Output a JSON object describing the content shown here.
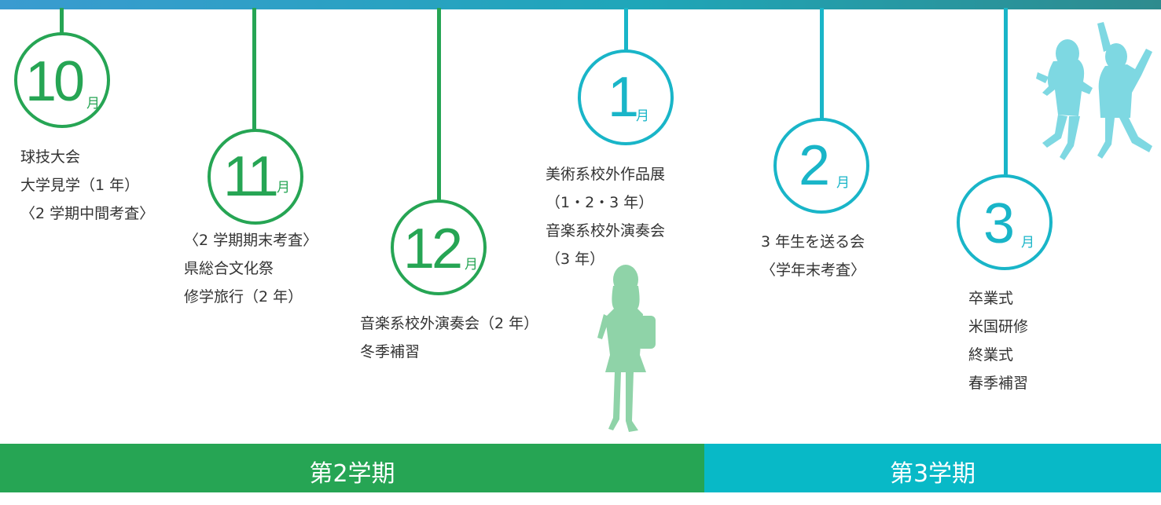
{
  "months": [
    {
      "id": "oct",
      "num": "10",
      "unit": "月",
      "events": [
        "球技大会",
        "大学見学（1 年）",
        "〈2 学期中間考査〉"
      ]
    },
    {
      "id": "nov",
      "num": "11",
      "unit": "月",
      "events": [
        "〈2 学期期末考査〉",
        "県総合文化祭",
        "修学旅行（2 年）"
      ]
    },
    {
      "id": "dec",
      "num": "12",
      "unit": "月",
      "events": [
        "音楽系校外演奏会（2 年）",
        "冬季補習"
      ]
    },
    {
      "id": "jan",
      "num": "1",
      "unit": "月",
      "events": [
        "美術系校外作品展",
        "（1・2・3 年）",
        "音楽系校外演奏会",
        "（3 年）"
      ]
    },
    {
      "id": "feb",
      "num": "2",
      "unit": "月",
      "events": [
        "3 年生を送る会",
        "〈学年末考査〉"
      ]
    },
    {
      "id": "mar",
      "num": "3",
      "unit": "月",
      "events": [
        "卒業式",
        "米国研修",
        "終業式",
        "春季補習"
      ]
    }
  ],
  "terms": {
    "second": "第2学期",
    "third": "第3学期"
  },
  "colors": {
    "green": "#26a554",
    "teal": "#19b5c8",
    "silhouette_green": "#8fd3a8",
    "silhouette_teal": "#7ed8e2"
  }
}
